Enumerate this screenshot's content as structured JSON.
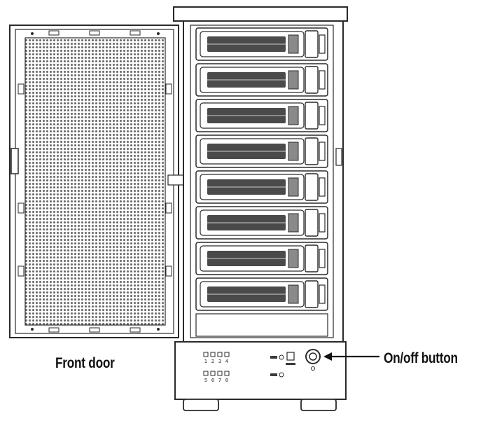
{
  "labels": {
    "front_door": "Front door",
    "on_off_button": "On/off button"
  },
  "components": {
    "drive_bays": 8,
    "front_door_icon": "mesh-door-icon",
    "power_icon": "power-button-icon",
    "leds_top_row": [
      "1",
      "2",
      "3",
      "4"
    ],
    "leds_bottom_row": [
      "5",
      "6",
      "7",
      "8"
    ],
    "status_text_1": "■■■",
    "status_text_2": "■■■"
  },
  "colors": {
    "line": "#2a2a2a",
    "tray_dark": "#4a4a4a",
    "tray_mid": "#8a8a8a",
    "mesh": "#9a9a9a",
    "background": "#ffffff"
  }
}
